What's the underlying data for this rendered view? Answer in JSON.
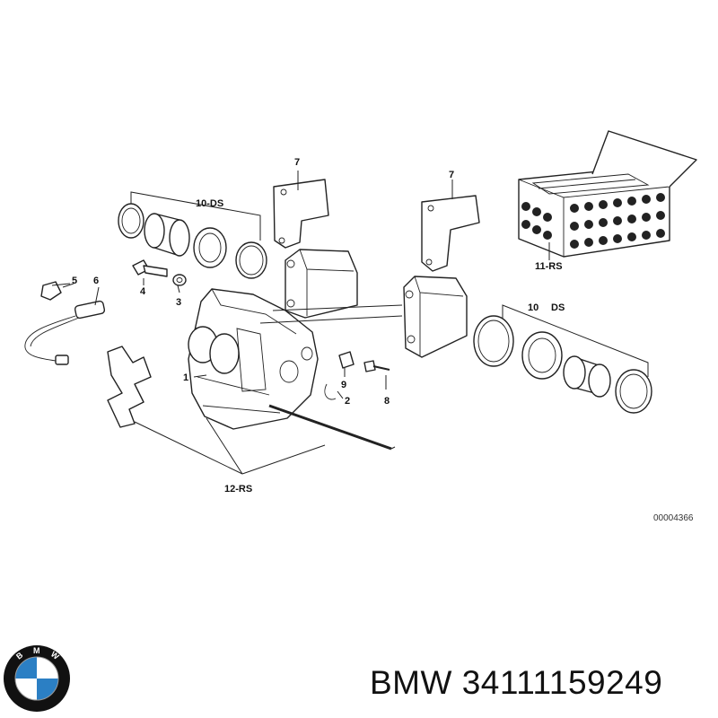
{
  "diagram": {
    "callouts": [
      "7",
      "10-DS",
      "5",
      "6",
      "4",
      "3",
      "1",
      "7",
      "11-RS",
      "10",
      "DS",
      "9",
      "2",
      "8",
      "12-RS"
    ],
    "diagram_code": "00004366"
  },
  "brand": {
    "name": "BMW",
    "part_number": "34111159249",
    "logo_letters": "BMW",
    "colors": {
      "logo_blue": "#2b7fc4",
      "logo_ring": "#111111"
    }
  }
}
